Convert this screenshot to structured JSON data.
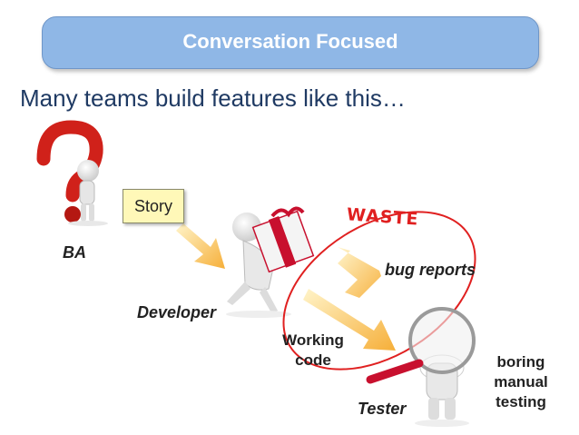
{
  "banner": {
    "title": "Conversation Focused"
  },
  "subtitle": "Many teams build features like this…",
  "diagram": {
    "story": "Story",
    "ba": "BA",
    "developer": "Developer",
    "waste": "WASTE",
    "bug_reports": "bug reports",
    "working_code": [
      "Working",
      "code"
    ],
    "tester": "Tester",
    "boring_manual_testing": [
      "boring",
      "manual",
      "testing"
    ]
  },
  "colors": {
    "banner": "#8fb7e6",
    "waste": "#e02020",
    "arrow": "#f5a623",
    "question_mark": "#d0211a",
    "gift": "#c8102e"
  },
  "icons": [
    "question-mark-icon",
    "person-figure",
    "gift-box",
    "magnifying-glass-icon",
    "arrow"
  ]
}
